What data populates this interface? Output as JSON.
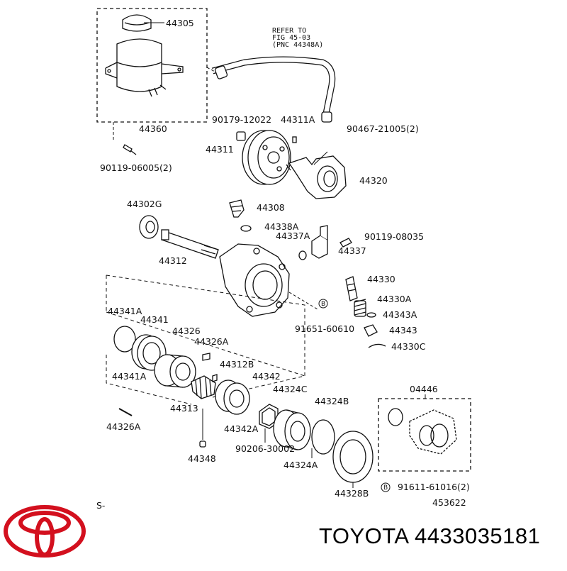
{
  "diagram": {
    "ref_note": [
      "REFER TO",
      "FIG 45-03",
      "(PNC 44348A)"
    ],
    "labels": {
      "p44305": "44305",
      "p44360": "44360",
      "p90119a": "90119-06005(2)",
      "p90179": "90179-12022",
      "p44311A": "44311A",
      "p90467": "90467-21005(2)",
      "p44311": "44311",
      "p44320": "44320",
      "p44302G": "44302G",
      "p44308": "44308",
      "p44338A": "44338A",
      "p44337A": "44337A",
      "p90119b": "90119-08035",
      "p44337": "44337",
      "p44312": "44312",
      "p44330": "44330",
      "p44330A": "44330A",
      "p44343A": "44343A",
      "p44343": "44343",
      "p44330C": "44330C",
      "p91651": "91651-60610",
      "p44341A_top": "44341A",
      "p44341": "44341",
      "p44326": "44326",
      "p44326A_top": "44326A",
      "p44312B": "44312B",
      "p44342": "44342",
      "p44341A_bot": "44341A",
      "p44313": "44313",
      "p44326A_bot": "44326A",
      "p44342A": "44342A",
      "p44324C": "44324C",
      "p44324B": "44324B",
      "p04446": "04446",
      "p90206": "90206-30002",
      "p44324A": "44324A",
      "p44348": "44348",
      "p44328B": "44328B",
      "p91611": "91611-61016(2)",
      "bolt_mark_1": "B",
      "bolt_mark_2": "B",
      "s_mark": "S-",
      "fig_no": "453622"
    }
  },
  "brand": {
    "text": "TOYOTA 4433035181",
    "logo_color": "#d3101e"
  }
}
